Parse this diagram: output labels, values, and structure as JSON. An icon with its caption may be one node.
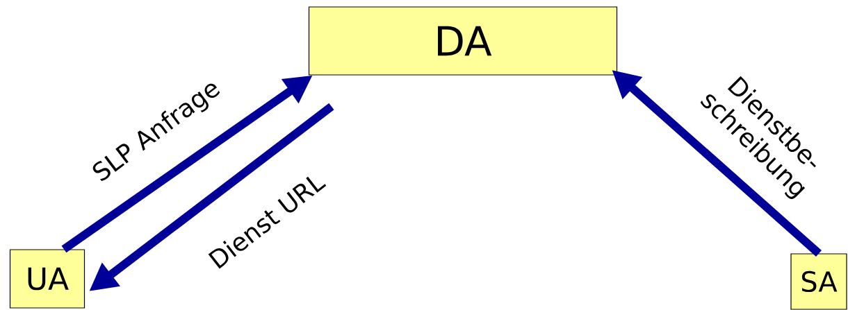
{
  "diagram": {
    "nodes": [
      {
        "text": [
          "DA"
        ]
      },
      {
        "text": [
          "UA"
        ]
      },
      {
        "text": [
          "SA"
        ]
      }
    ],
    "edges": [
      {
        "from": 1,
        "to": 0,
        "arrow": "to",
        "label": "SLP Anfrage"
      },
      {
        "from": 0,
        "to": 1,
        "arrow": "to",
        "label": "Dienst URL"
      },
      {
        "from": 2,
        "to": 0,
        "arrow": "to",
        "label": "Dienstbe- schreibung"
      }
    ]
  }
}
